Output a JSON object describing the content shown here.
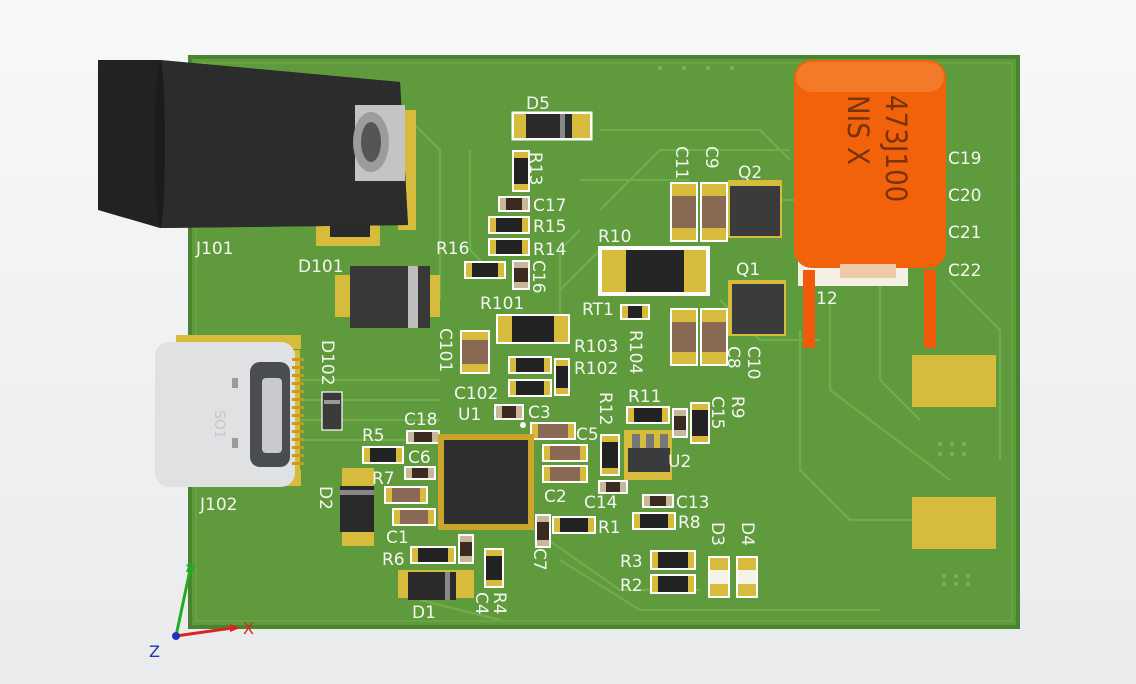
{
  "board": {
    "designators": {
      "J101": "J101",
      "J102": "J102",
      "D101": "D101",
      "D102": "D102",
      "D5": "D5",
      "D2": "D2",
      "D1": "D1",
      "D3": "D3",
      "D4": "D4",
      "R13": "R13",
      "C17": "C17",
      "R15": "R15",
      "R14": "R14",
      "R16": "R16",
      "C16": "C16",
      "R101": "R101",
      "C101": "C101",
      "R103": "R103",
      "C102": "C102",
      "R102": "R102",
      "RT1": "RT1",
      "R104": "R104",
      "R10": "R10",
      "C11": "C11",
      "C9": "C9",
      "Q2": "Q2",
      "Q1": "Q1",
      "C8": "C8",
      "C10": "C10",
      "C18": "C18",
      "U1": "U1",
      "C3": "C3",
      "R5": "R5",
      "C6": "C6",
      "R7": "R7",
      "C1": "C1",
      "R6": "R6",
      "C4": "C4",
      "R4": "R4",
      "C7": "C7",
      "C5": "C5",
      "C2": "C2",
      "R12": "R12",
      "R11": "R11",
      "C15": "C15",
      "R9": "R9",
      "U2": "U2",
      "C14": "C14",
      "C13": "C13",
      "R1": "R1",
      "R8": "R8",
      "R3": "R3",
      "R2": "R2",
      "C19": "C19",
      "C20": "C20",
      "C21": "C21",
      "C22": "C22",
      "C12_partial": "12"
    },
    "film_capacitor_marking": {
      "line1": "473J100",
      "line2": "NIS X"
    },
    "usb_marking": "SO1"
  },
  "axes": {
    "x": "X",
    "y": "Y",
    "z": "Z"
  },
  "colors": {
    "board": "#5f9a3d",
    "board_edge": "#3f7a2a",
    "trace": "#6fae4a",
    "pad": "#d7bb3c",
    "film_cap": "#f2620b",
    "silk": "#ffffff"
  }
}
